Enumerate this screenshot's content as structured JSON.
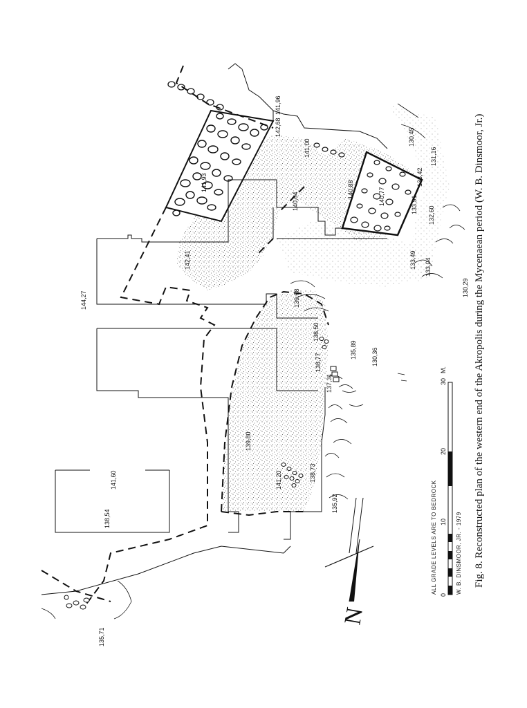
{
  "caption": "Fig. 8. Reconstructed plan of the western end of the Akropolis during the Mycenaean period (W. B. Dinsmoor, Jr.)",
  "bedrock_note": "ALL GRADE LEVELS ARE TO BEDROCK",
  "credit": "W. B. DINSMOOR, JR. - 1979",
  "north_label": "N",
  "scale": {
    "ticks": [
      "0",
      "10",
      "20",
      "30"
    ],
    "unit": "M."
  },
  "elevations": [
    "144,27",
    "142,68",
    "141,96",
    "141,00",
    "140,88",
    "140,77",
    "140,64",
    "142,41",
    "141,93",
    "139,68",
    "138,50",
    "138,77",
    "139,80",
    "141,60",
    "138,54",
    "141,20",
    "138,73",
    "135,92",
    "135,89",
    "130,36",
    "137,31",
    "135,71",
    "133,49",
    "133,04",
    "130,29",
    "132,60",
    "133,91",
    "130,45",
    "133,42",
    "131,16"
  ],
  "colors": {
    "ink": "#111111",
    "stipple": "#555555",
    "paper": "#ffffff"
  }
}
